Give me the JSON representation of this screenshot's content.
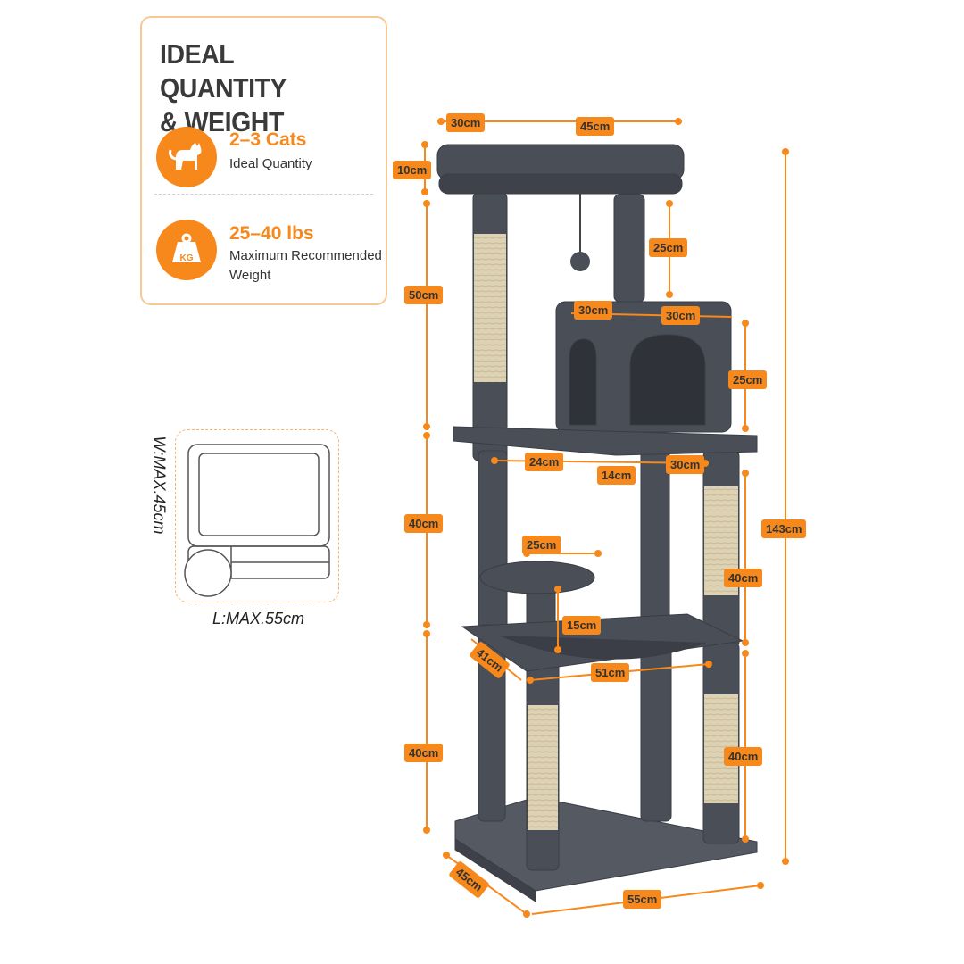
{
  "panel": {
    "title_line1": "IDEAL QUANTITY",
    "title_line2": "& WEIGHT",
    "quantity": {
      "icon": "cat-icon",
      "value": "2–3 Cats",
      "label": "Ideal Quantity"
    },
    "weight": {
      "icon": "weight-icon",
      "icon_text": "KG",
      "value": "25–40 lbs",
      "label_line1": "Maximum Recommended",
      "label_line2": "Weight"
    }
  },
  "hammock_size": {
    "width": "W:MAX.45cm",
    "length": "L:MAX.55cm"
  },
  "dimensions": {
    "top_depth": "30cm",
    "top_width": "45cm",
    "top_height": "10cm",
    "ball_drop": "25cm",
    "upper_post": "50cm",
    "condo_depth": "30cm",
    "condo_width": "30cm",
    "condo_height": "25cm",
    "mid_left": "24cm",
    "mid_gap": "14cm",
    "mid_right": "30cm",
    "middle_post": "40cm",
    "right_upper_post": "40cm",
    "perch_diameter": "25cm",
    "perch_height": "15cm",
    "hammock_depth": "41cm",
    "hammock_width": "51cm",
    "lower_post": "40cm",
    "right_lower_post": "40cm",
    "total_height": "143cm",
    "base_depth": "45cm",
    "base_width": "55cm"
  },
  "colors": {
    "accent": "#f7881b",
    "plush": "#4a4e57",
    "sisal": "#ddd2b4"
  }
}
